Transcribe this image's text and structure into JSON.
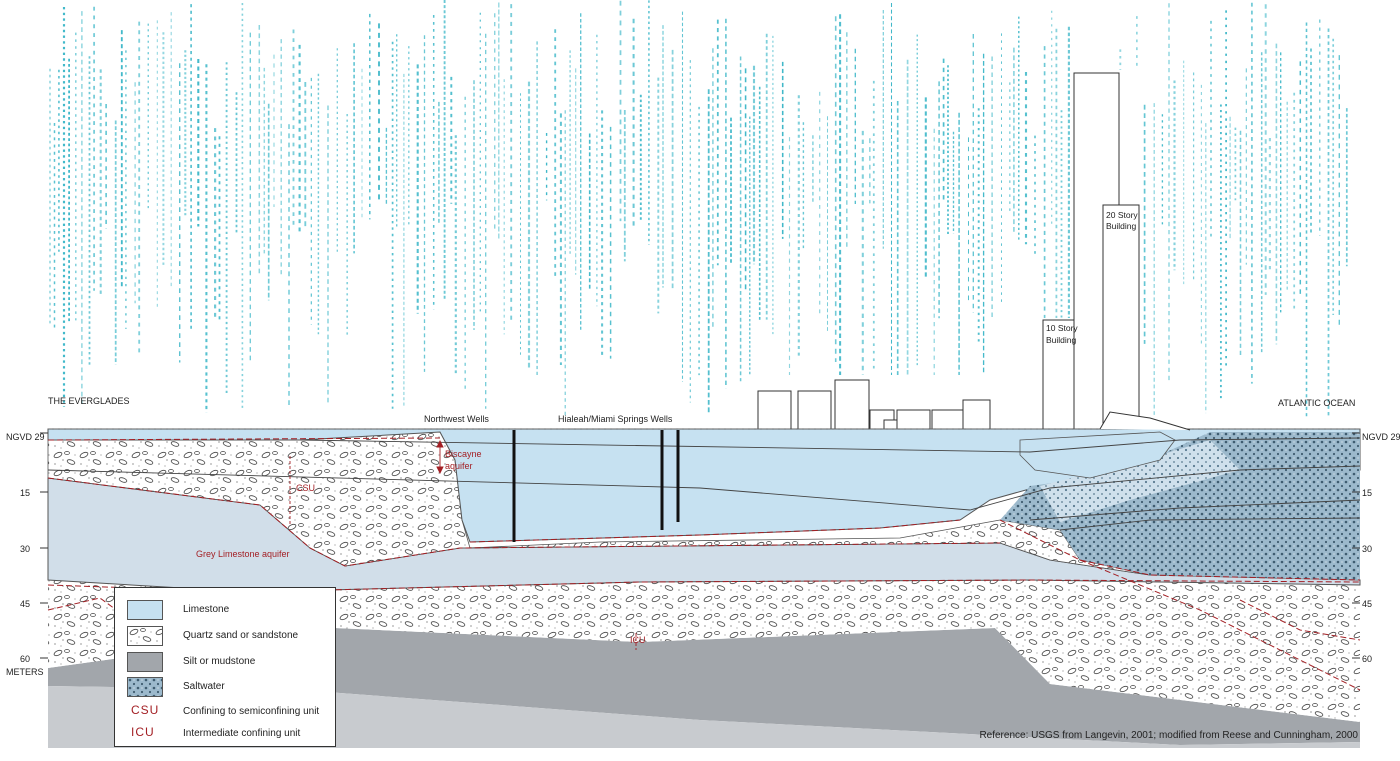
{
  "labels": {
    "everglades": "THE EVERGLADES",
    "atlantic": "ATLANTIC OCEAN",
    "northwest_wells": "Northwest Wells",
    "hialeah_wells": "Hialeah/Miami Springs Wells",
    "building_20_line1": "20 Story",
    "building_20_line2": "Building",
    "building_10_line1": "10 Story",
    "building_10_line2": "Building",
    "biscayne_line1": "Biscayne",
    "biscayne_line2": "aquifer",
    "grey_limestone": "Grey Limestone aquifer",
    "csu": "CSU",
    "icu": "ICU"
  },
  "axis": {
    "datum": "NGVD 29",
    "ticks": [
      "15",
      "30",
      "45",
      "60"
    ],
    "units": "METERS"
  },
  "legend": {
    "items": [
      {
        "swatch": "limestone",
        "label": "Limestone"
      },
      {
        "swatch": "sand",
        "label": "Quartz sand or sandstone"
      },
      {
        "swatch": "silt",
        "label": "Silt or mudstone"
      },
      {
        "swatch": "saltwater",
        "label": "Saltwater"
      },
      {
        "code": "CSU",
        "label": "Confining to semiconfining unit"
      },
      {
        "code": "ICU",
        "label": "Intermediate confining unit"
      }
    ]
  },
  "reference": "Reference: USGS from Langevin, 2001; modified from Reese and Cunningham, 2000",
  "colors": {
    "rain": "#3fb8c9",
    "limestone": "#c6e1f1",
    "grey_limestone": "#d1dee9",
    "silt": "#a2a6ab",
    "saltwater": "#7d9fb5",
    "confining_line": "#a31f24"
  }
}
